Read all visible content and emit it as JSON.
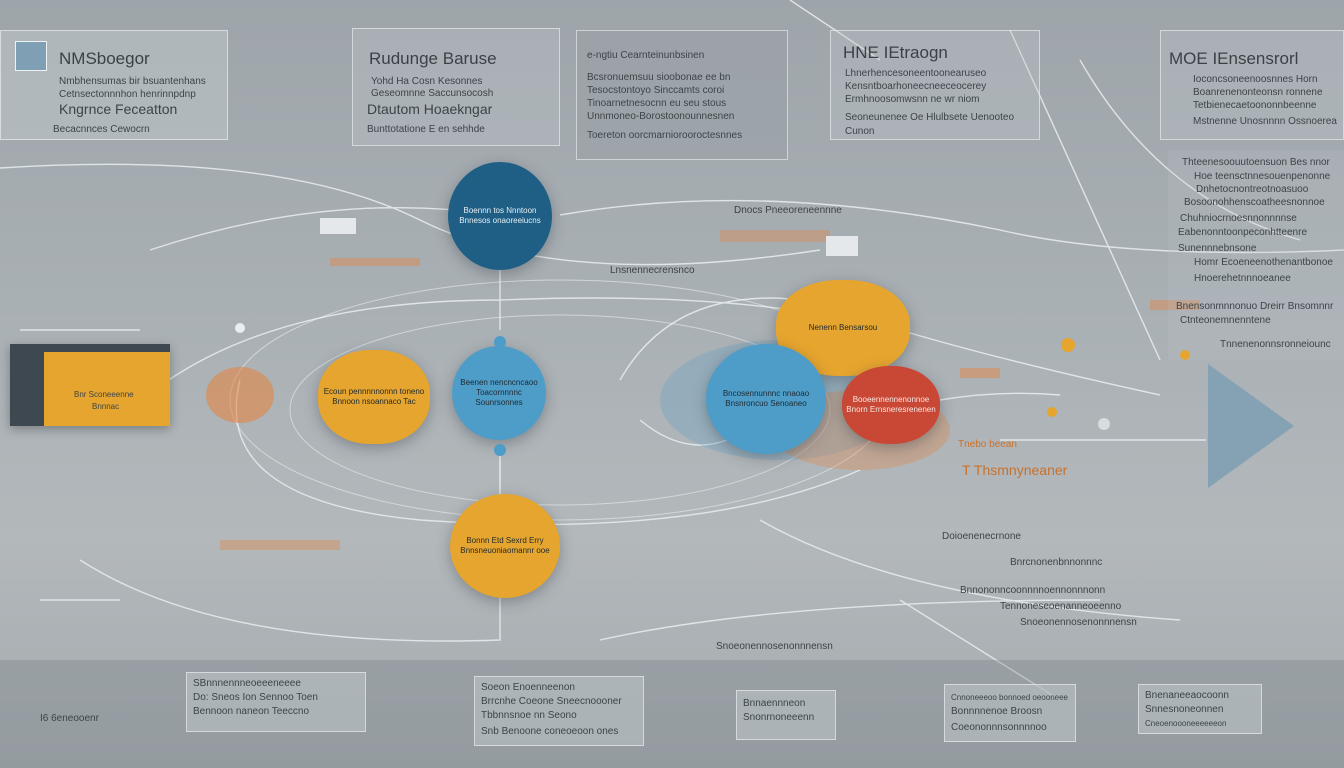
{
  "colors": {
    "blue_dark": "#1f5f86",
    "blue_light": "#4e9cc8",
    "yellow": "#e6a52e",
    "red": "#c94735",
    "accent_orange": "#e8823a"
  },
  "panels": {
    "top_left": {
      "title": "NMSboegor",
      "lines": [
        "Nmbhensumas bir bsuantenhans",
        "Cetnsectonnnhon henrinnpdnp",
        "Kngrnce Feceatton"
      ],
      "footer": "Becacnnces Cewocrn"
    },
    "top_center": {
      "title": "Rudunge Baruse",
      "lines": [
        "Yohd Ha Cosn Kesonnes",
        "Geseomnne Saccunsocosh",
        "Dtautom Hoaekngar"
      ],
      "footer": "Bunttotatione E en sehhde"
    },
    "top_mid": {
      "title": "e-ngtiu Cearnteinunbsinen",
      "lines": [
        "Bcsronuemsuu sioobonae ee bn",
        "Tesocstontoyo Sinccamts coroi",
        "Tinoarnetnesocnn eu seu stous",
        "Unnmoneo-Borostoonounnesnen"
      ],
      "footer": "Toereton oorcmarniorooroctesnnes"
    },
    "top_right_mid": {
      "title": "HNE IEtraogn",
      "lines": [
        "Lhnerhencesoneentoonearuseo",
        "Kensntboarhoneecneeceocerey",
        "Ermhnoosomwsnn ne wr niom",
        "Seoneunenee Oe Hlulbsete Uenooteo"
      ],
      "footer": "Cunon"
    },
    "top_right": {
      "title": "MOE IEnsensrorl",
      "lines": [
        "Ioconcsoneenoosnnes Horn",
        "Boanrenenonteonsn ronnene",
        "Tetbienecaetoononnbeenne",
        "Mstnenne Unosnnnn Ossnoerea"
      ]
    },
    "right_column": {
      "lines": [
        "Thteenesoouutoensuon Bes nnor",
        "Hoe teensctnnesouenpenonne",
        "Dnhetocnontreotnoasuoo",
        "Bosoonohhenscoatheesnonnoe",
        "Chuhniocrnoesnnonnnnse",
        "Eabenonntoonpeconhtteenre",
        "Sunennnebnsone",
        "Homr Ecoeneenothenantbonoe",
        "Hnoerehetnnnoeanee",
        "Bnensonmnnonuo Dreirr Bnsomnnr",
        "Ctnteonemnenntene"
      ],
      "footer": "Tnnenenonnsronneiounc"
    }
  },
  "nodes": {
    "blue_top": {
      "lines": [
        "Boennn tos Nnntoon",
        "Bnnesos onaoreeiucns"
      ]
    },
    "yellow_left": {
      "lines": [
        "Ecoun pennnnnonnn toneno",
        "Bnnoon nsoannaco Tac"
      ]
    },
    "blue_center": {
      "lines": [
        "Beenen nencncncaoo",
        "Toacornnnnc Sounrsonnes"
      ]
    },
    "yellow_bottom": {
      "lines": [
        "Bonnn Etd Sexrd Erry",
        "Bnnsneuoniaomannr ooe"
      ]
    },
    "blue_right": {
      "lines": [
        "Bncosennunnnc nnaoao",
        "Bnsnroncuo Senoaneo"
      ]
    },
    "yellow_right": {
      "lines": [
        "Nenenn Bensarsou"
      ]
    },
    "red_right": {
      "lines": [
        "Booeennennenonnoe",
        "Bnorn Ernsneresrenenen"
      ]
    },
    "left_card": {
      "lines": [
        "Bnr Sconeeenne",
        "Bnnnac"
      ]
    }
  },
  "labels": {
    "mid_upper": "Dnocs Pneeoreneennne",
    "mid_upper2": "Lnsnennecrensnco",
    "right_label1": "Tnebo beean",
    "right_label2": "T Thsmnyneaner",
    "right_label3": "Doioenenecrnone",
    "right_label4": "Bnrcnonenbnnonnnc",
    "right_small": [
      "Bnnononncoonnnnoennonnnonn",
      "Tennoneseoenanneoeenno",
      "Snoeonennosenonnnensn"
    ]
  },
  "bottom": {
    "left": "I6 6eneooenr",
    "cards": [
      {
        "lines": [
          "SBnnnennneoeeeneeee",
          "Do: Sneos Ion Sennoo Toen",
          "Bennoon naneon Teeccno"
        ]
      },
      {
        "lines": [
          "Soeon Enoenneenon",
          "Brrcnhe Coeone Sneecnoooner",
          "Tbbnnsnoe nn Seono",
          "Snb Benoone coneoeoon ones"
        ]
      },
      {
        "lines": [
          "Bnnaennneon",
          "Snonrnoneeenn"
        ]
      },
      {
        "lines": [
          "Cnnoneeeoo bonnoed oeooneee",
          "Bonnnnenoe Broosn",
          "Coeononnnsonnnnoo"
        ]
      },
      {
        "lines": [
          "Bnenaneeaocoonn",
          "Snnesnoneonnen",
          "Cneoenoooneeeeeeon"
        ]
      }
    ]
  }
}
